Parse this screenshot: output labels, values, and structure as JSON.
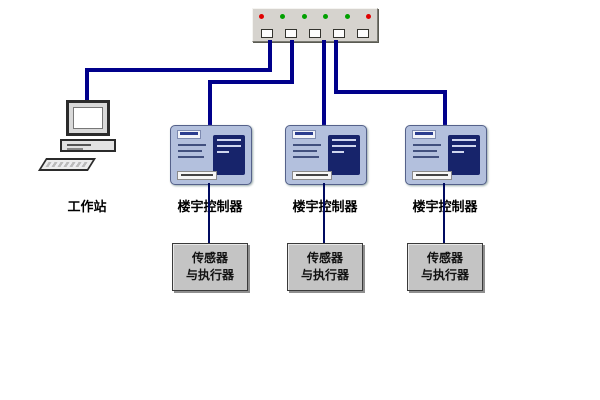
{
  "colors": {
    "line": "#00008B",
    "led_red": "#e00000",
    "led_green": "#00a000"
  },
  "switch": {
    "leds": [
      "red",
      "green",
      "green",
      "green",
      "green",
      "red"
    ],
    "port_count": 5
  },
  "workstation": {
    "label": "工作站"
  },
  "controllers": [
    {
      "label": "楼宇控制器"
    },
    {
      "label": "楼宇控制器"
    },
    {
      "label": "楼宇控制器"
    }
  ],
  "sensor_boxes": [
    {
      "line1": "传感器",
      "line2": "与执行器"
    },
    {
      "line1": "传感器",
      "line2": "与执行器"
    },
    {
      "line1": "传感器",
      "line2": "与执行器"
    }
  ]
}
